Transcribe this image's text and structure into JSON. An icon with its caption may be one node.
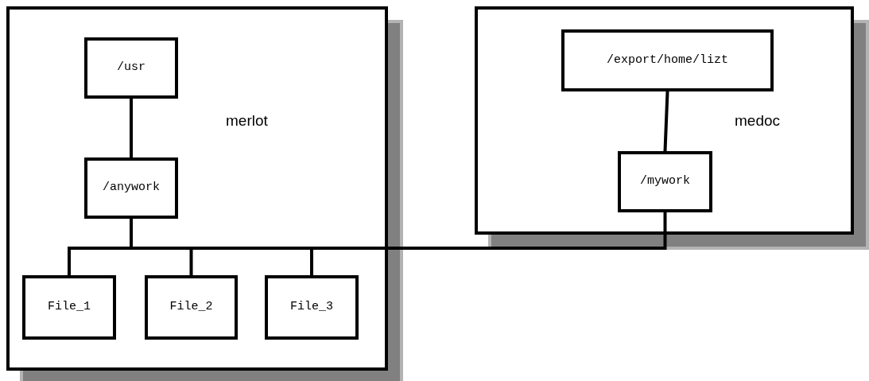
{
  "diagram": {
    "nodes": [
      {
        "text": [
          "merlot"
        ]
      },
      {
        "text": [
          "/usr"
        ],
        "in": 0
      },
      {
        "text": [
          "/anywork"
        ],
        "in": 0
      },
      {
        "text": [
          "File_1"
        ],
        "in": 0
      },
      {
        "text": [
          "File_2"
        ],
        "in": 0
      },
      {
        "text": [
          "File_3"
        ],
        "in": 0
      },
      {
        "text": [
          "medoc"
        ]
      },
      {
        "text": [
          "/export/home/lizt"
        ],
        "in": 6
      },
      {
        "text": [
          "/mywork"
        ],
        "in": 6
      }
    ],
    "edges": [
      {
        "from": 1,
        "to": 2,
        "arrow": "none"
      },
      {
        "from": 2,
        "to": 3,
        "arrow": "none"
      },
      {
        "from": 2,
        "to": 4,
        "arrow": "none"
      },
      {
        "from": 2,
        "to": 5,
        "arrow": "none"
      },
      {
        "from": 7,
        "to": 8,
        "arrow": "none"
      },
      {
        "from": 8,
        "to": 2,
        "arrow": "none"
      }
    ]
  }
}
